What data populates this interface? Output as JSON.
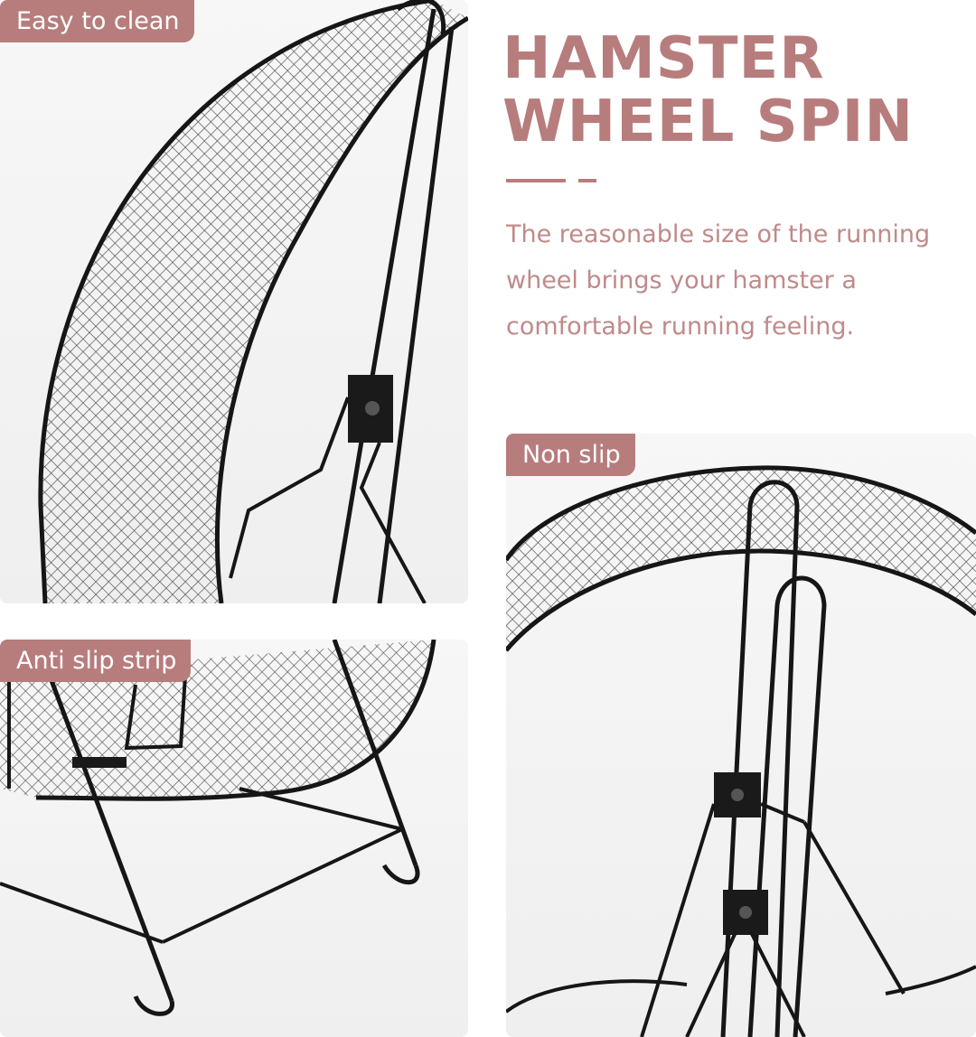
{
  "heading": {
    "line1": "HAMSTER",
    "line2": "WHEEL SPIN"
  },
  "description": "The reasonable size of the running wheel brings your hamster a comfortable running feeling.",
  "tags": {
    "easy_clean": "Easy to clean",
    "anti_slip": "Anti slip strip",
    "non_slip": "Non slip"
  },
  "colors": {
    "accent": "#b77d7d",
    "text_accent": "#c08a8a",
    "wire": "#1c1c1c",
    "background": "#ffffff"
  }
}
